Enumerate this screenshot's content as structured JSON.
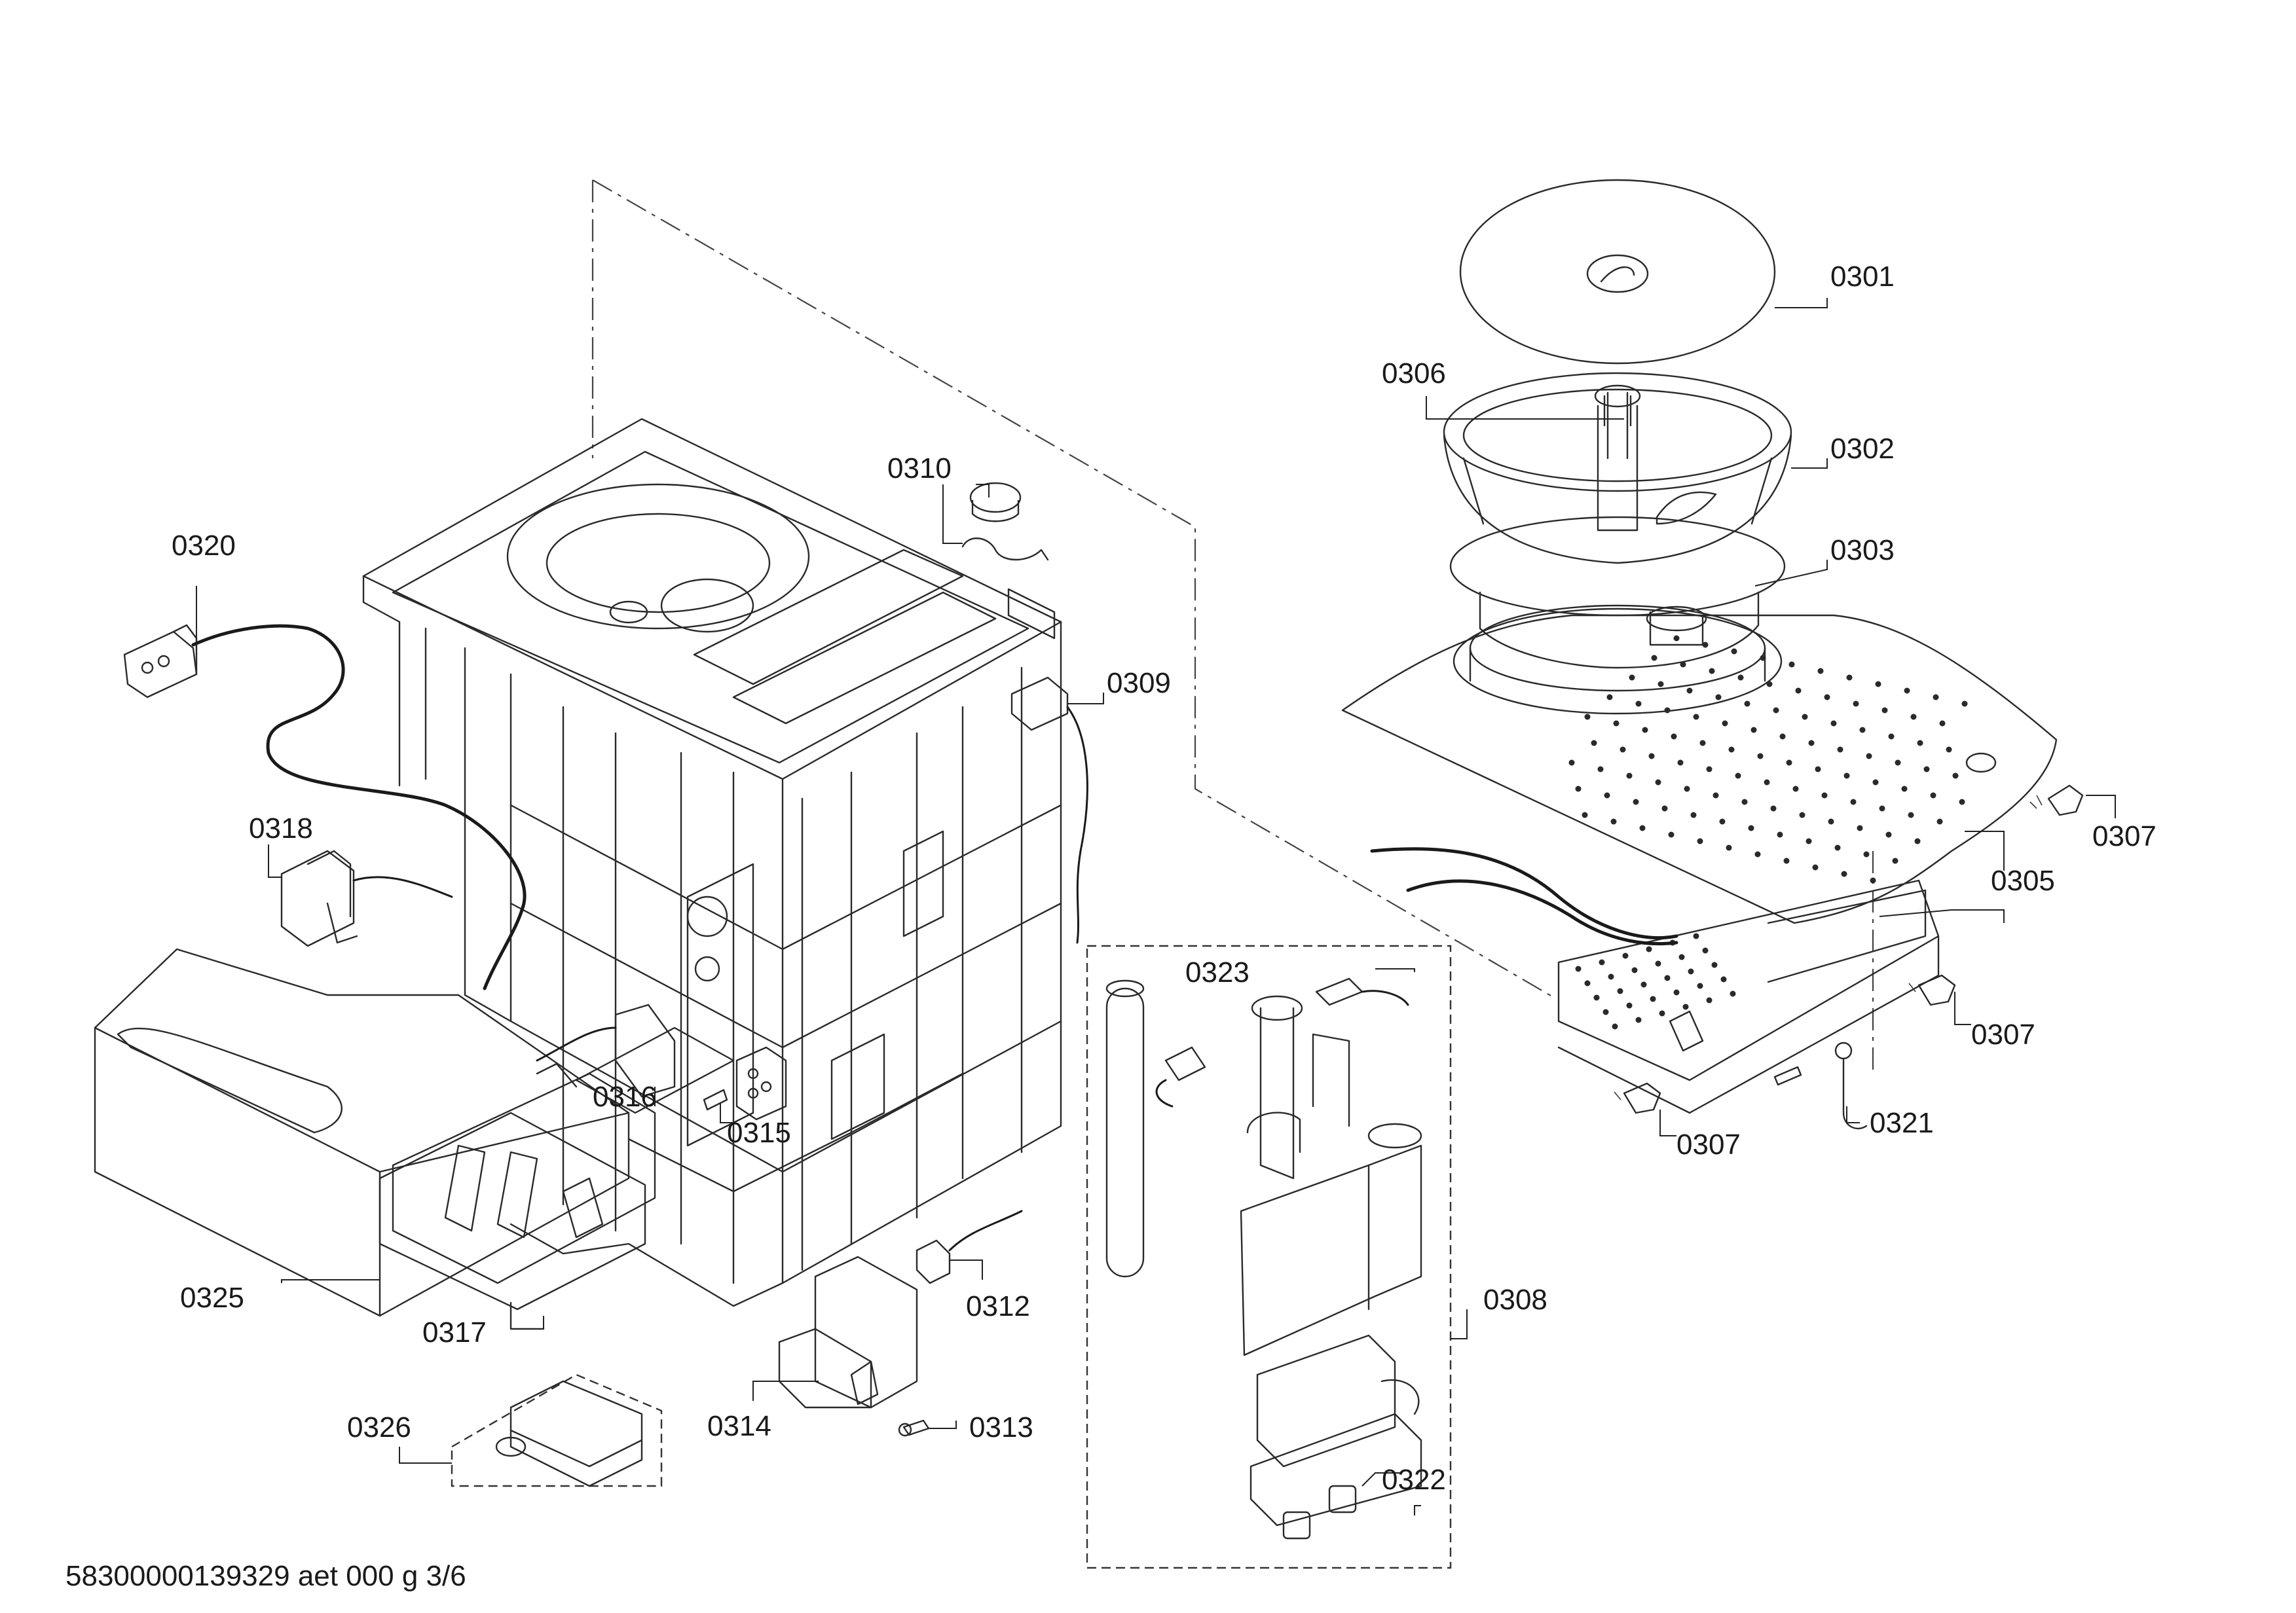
{
  "diagram": {
    "parts": [
      {
        "id": "p0301",
        "label": "0301"
      },
      {
        "id": "p0302",
        "label": "0302"
      },
      {
        "id": "p0303",
        "label": "0303"
      },
      {
        "id": "p0305",
        "label": "0305"
      },
      {
        "id": "p0306",
        "label": "0306"
      },
      {
        "id": "p0307a",
        "label": "0307"
      },
      {
        "id": "p0307b",
        "label": "0307"
      },
      {
        "id": "p0307c",
        "label": "0307"
      },
      {
        "id": "p0308",
        "label": "0308"
      },
      {
        "id": "p0309",
        "label": "0309"
      },
      {
        "id": "p0310",
        "label": "0310"
      },
      {
        "id": "p0312",
        "label": "0312"
      },
      {
        "id": "p0313",
        "label": "0313"
      },
      {
        "id": "p0314",
        "label": "0314"
      },
      {
        "id": "p0315",
        "label": "0315"
      },
      {
        "id": "p0316",
        "label": "0316"
      },
      {
        "id": "p0317",
        "label": "0317"
      },
      {
        "id": "p0318",
        "label": "0318"
      },
      {
        "id": "p0320",
        "label": "0320"
      },
      {
        "id": "p0321",
        "label": "0321"
      },
      {
        "id": "p0322",
        "label": "0322"
      },
      {
        "id": "p0323",
        "label": "0323"
      },
      {
        "id": "p0325",
        "label": "0325"
      },
      {
        "id": "p0326",
        "label": "0326"
      }
    ],
    "footer": "58300000139329 aet 000 g 3/6"
  }
}
